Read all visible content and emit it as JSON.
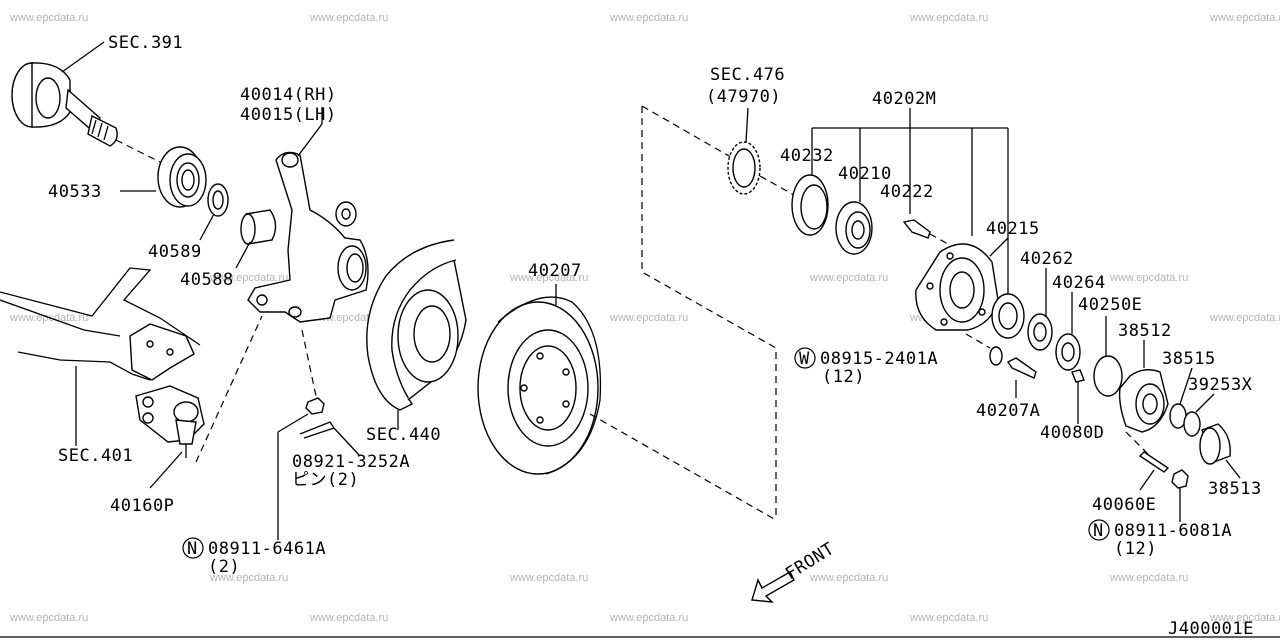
{
  "watermark": "www.epcdata.ru",
  "figure_code": "J400001E",
  "front_label": "FRONT",
  "labels": {
    "sec391": "SEC.391",
    "p40014": "40014(RH)",
    "p40015": "40015(LH)",
    "p40533": "40533",
    "p40589": "40589",
    "p40588": "40588",
    "sec401": "SEC.401",
    "p40160p": "40160P",
    "p08921": "08921-3252A",
    "p08921_note": "ピン(2)",
    "p08911a_mark": "N",
    "p08911a": "08911-6461A",
    "p08911a_qty": "(2)",
    "sec440": "SEC.440",
    "p40207": "40207",
    "sec476": "SEC.476",
    "sec476_sub": "(47970)",
    "p40202m": "40202M",
    "p40232": "40232",
    "p40210": "40210",
    "p40222": "40222",
    "p40215": "40215",
    "p40262": "40262",
    "p40264": "40264",
    "p40250e": "40250E",
    "p38512": "38512",
    "p38515": "38515",
    "p39253x": "39253X",
    "p08915_mark": "W",
    "p08915": "08915-2401A",
    "p08915_qty": "(12)",
    "p40207a": "40207A",
    "p40080d": "40080D",
    "p38513": "38513",
    "p40060e": "40060E",
    "p08911b_mark": "N",
    "p08911b": "08911-6081A",
    "p08911b_qty": "(12)"
  }
}
